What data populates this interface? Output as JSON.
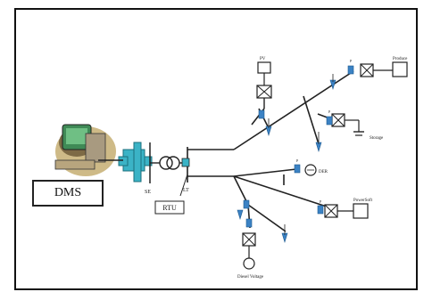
{
  "diagram": {
    "dms_label": "DMS",
    "rtu_label": "RTU",
    "breaker_label": "SE",
    "bus_label": "LT",
    "node_labels": {
      "top_load": "PV",
      "right_top_load": "Produce",
      "right_mid_load": "Storage",
      "right_mid_label": "DER",
      "lower_right_load": "PowerSoft",
      "bottom_load": "Diesel Voltage"
    },
    "colors": {
      "line": "#222222",
      "sensor": "#3b82c4",
      "breaker_fill": "#3bb3c6",
      "computer_body": "#c9b27a",
      "computer_screen": "#3f8a56"
    },
    "icons": [
      "computer-icon",
      "circuit-breaker-icon",
      "transformer-icon",
      "switch-box-icon",
      "current-sensor-icon",
      "generator-icon",
      "load-icon"
    ]
  }
}
